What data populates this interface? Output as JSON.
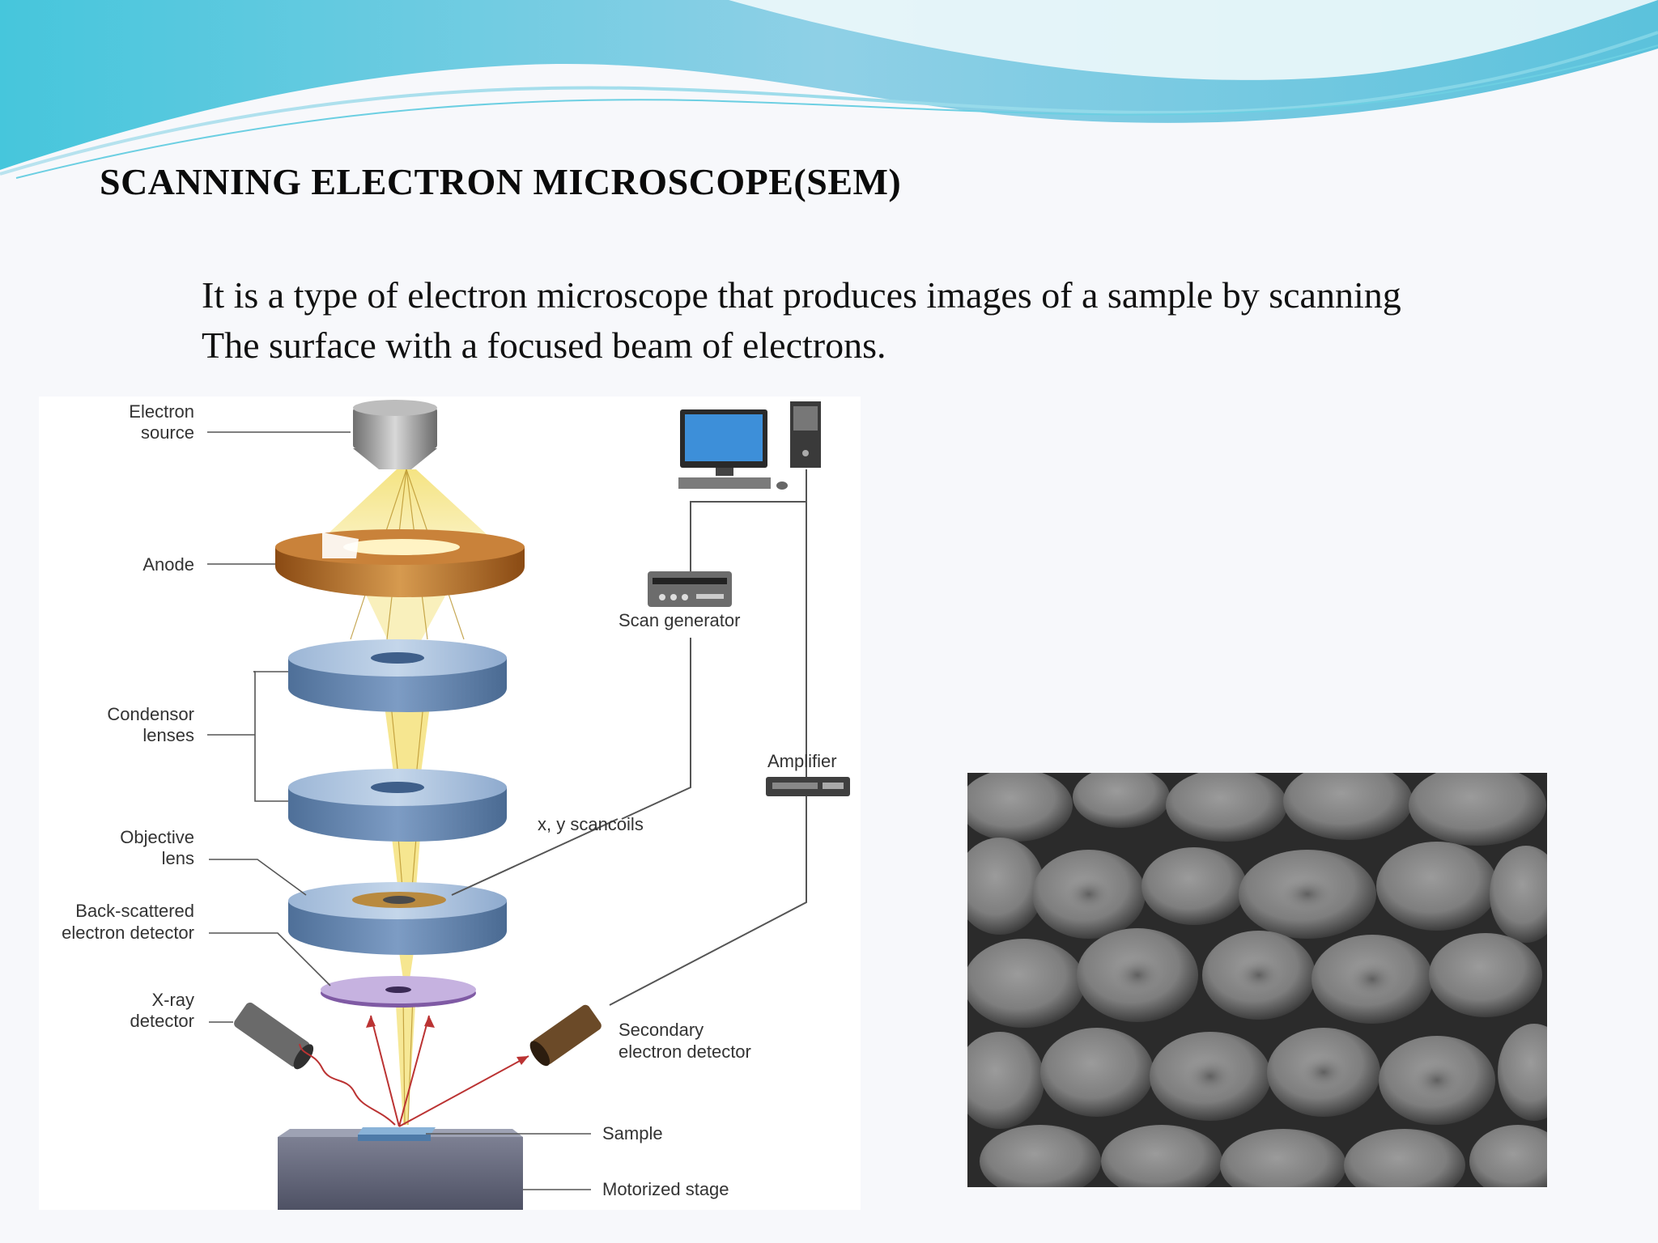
{
  "slide": {
    "title": "SCANNING ELECTRON MICROSCOPE(SEM)",
    "body_lines": [
      "It is a type of electron microscope that produces images of a sample by scanning",
      "The surface with a focused beam of electrons."
    ]
  },
  "diagram": {
    "labels": {
      "electron_source": [
        "Electron",
        "source"
      ],
      "anode": "Anode",
      "condensor_lenses": [
        "Condensor",
        "lenses"
      ],
      "objective_lens": [
        "Objective",
        "lens"
      ],
      "backscattered_detector": [
        "Back-scattered",
        "electron detector"
      ],
      "xray_detector": [
        "X-ray",
        "detector"
      ],
      "scan_generator": "Scan generator",
      "amplifier": "Amplifier",
      "scancoils": "x, y scancoils",
      "secondary_detector": [
        "Secondary",
        "electron detector"
      ],
      "sample": "Sample",
      "motorized_stage": "Motorized stage"
    },
    "icons": [
      "computer-icon",
      "scan-generator-icon",
      "amplifier-icon"
    ]
  },
  "photo": {
    "subject": "sem-image-red-blood-cells"
  },
  "colors": {
    "header_wave": "#5fc8dc",
    "beam": "#f3e27a",
    "lens": "#6f93bd",
    "anode": "#b06a25"
  }
}
